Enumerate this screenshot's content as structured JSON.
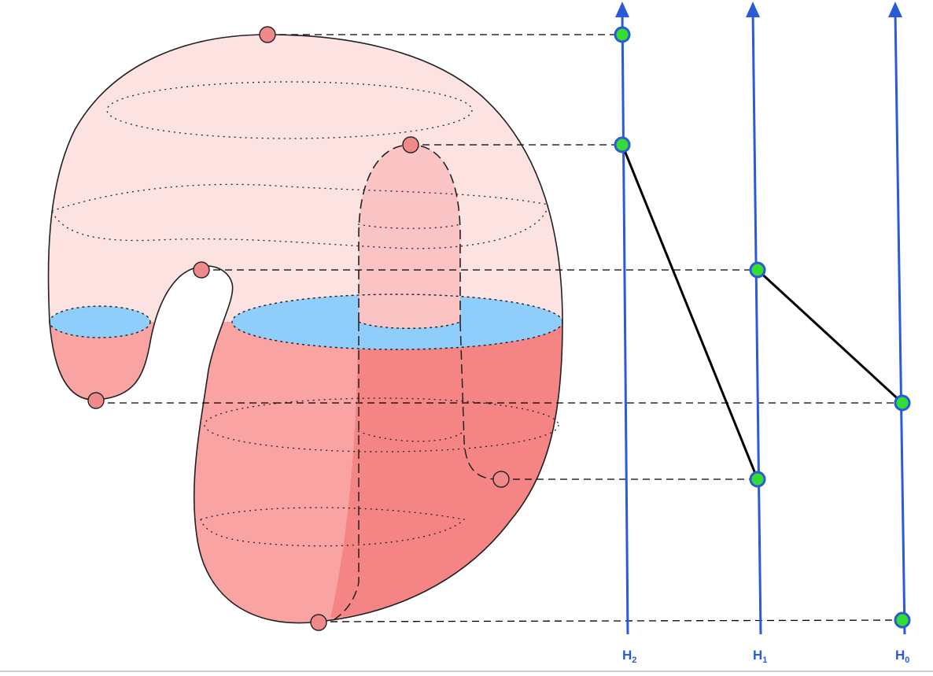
{
  "diagram": {
    "axis_labels": [
      {
        "id": "h2",
        "base": "H",
        "sub": "2"
      },
      {
        "id": "h1",
        "base": "H",
        "sub": "1"
      },
      {
        "id": "h0",
        "base": "H",
        "sub": "0"
      }
    ],
    "colors": {
      "surface_upper": "#fde2e2",
      "surface_lower": "#f9a3a3",
      "surface_core": "#f58585",
      "water": "#8fcdfa",
      "critical_point": "#f08a8a",
      "axis": "#2a5bd7",
      "axis_node": "#33dd33",
      "connector": "#000000",
      "guide_line": "#000000"
    }
  }
}
